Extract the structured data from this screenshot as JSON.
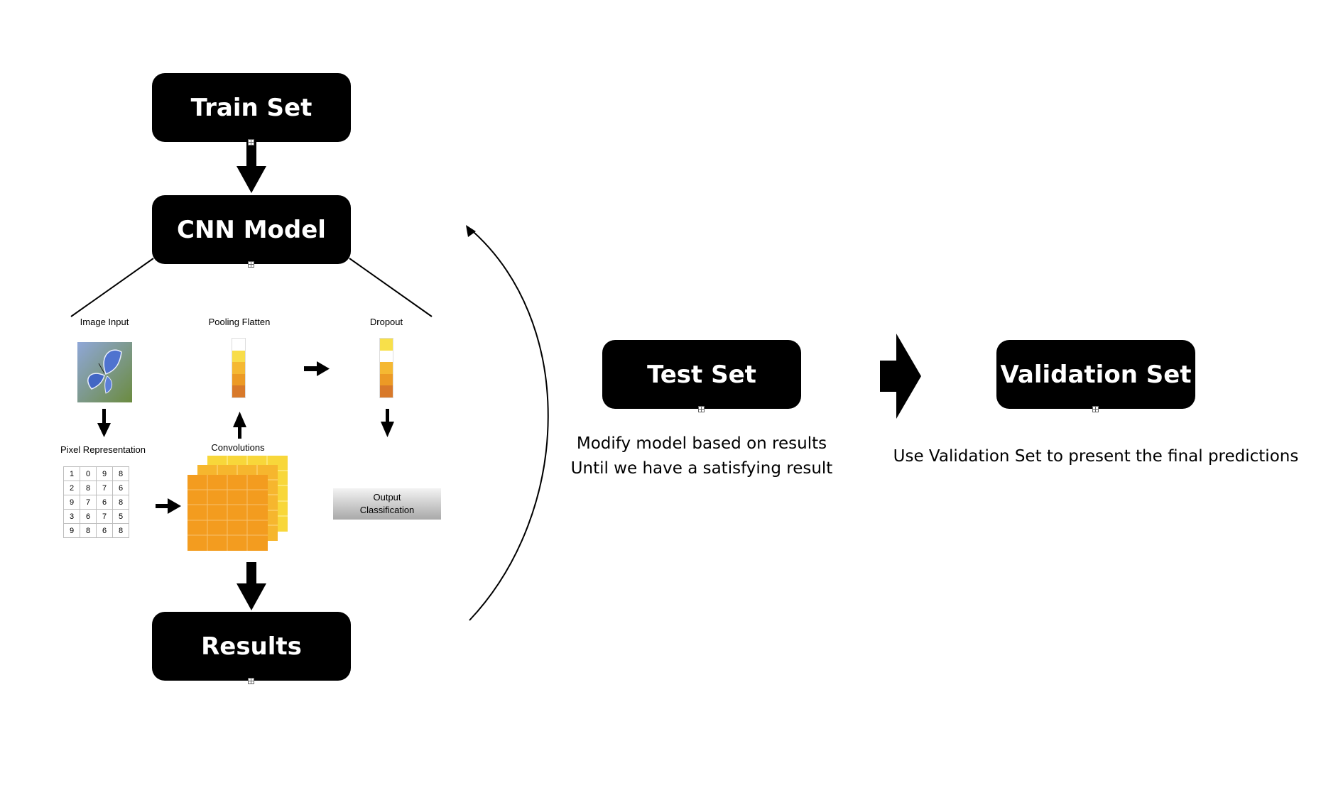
{
  "boxes": {
    "train_set": "Train Set",
    "cnn_model": "CNN Model",
    "results": "Results",
    "test_set": "Test Set",
    "validation_set": "Validation Set"
  },
  "cnn_detail": {
    "image_input": "Image Input",
    "pooling_flatten": "Pooling Flatten",
    "dropout": "Dropout",
    "pixel_representation": "Pixel Representation",
    "convolutions": "Convolutions",
    "output_line1": "Output",
    "output_line2": "Classification",
    "pixel_grid": [
      [
        "1",
        "0",
        "9",
        "8"
      ],
      [
        "2",
        "8",
        "7",
        "6"
      ],
      [
        "9",
        "7",
        "6",
        "8"
      ],
      [
        "3",
        "6",
        "7",
        "5"
      ],
      [
        "9",
        "8",
        "6",
        "8"
      ]
    ]
  },
  "captions": {
    "test_line1": "Modify model based on results",
    "test_line2": "Until we have a satisfying result",
    "validation": "Use Validation Set to present the final predictions"
  },
  "colors": {
    "box": "#000000",
    "conv_orange": "#f39c1f",
    "conv_yellow": "#f8d73a"
  }
}
